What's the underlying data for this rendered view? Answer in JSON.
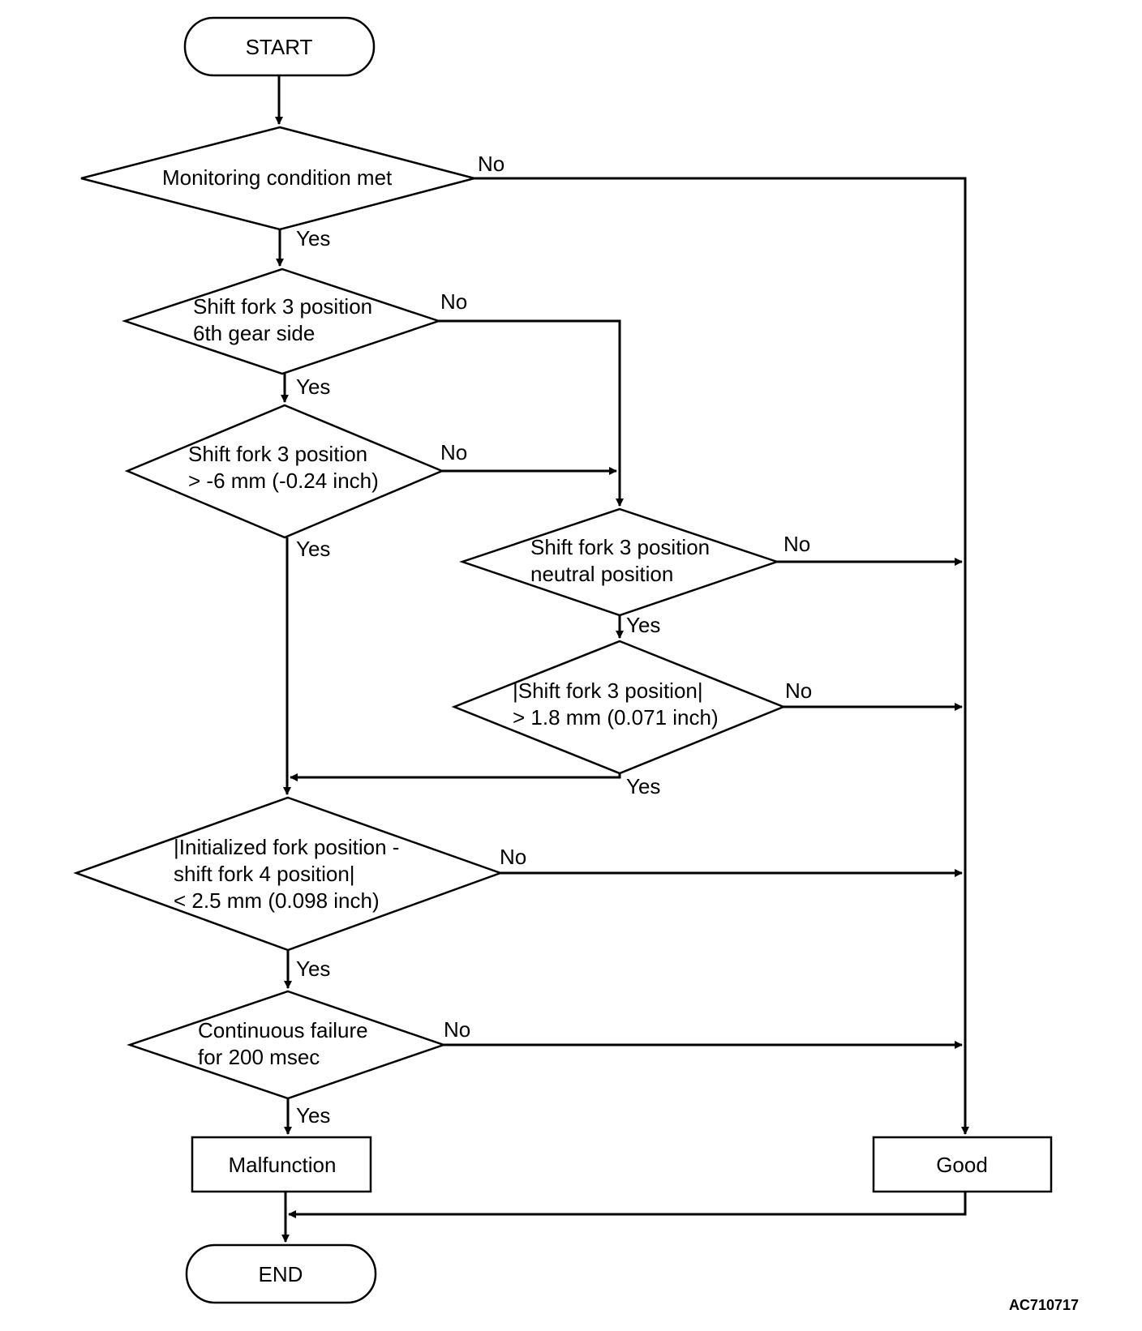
{
  "terminals": {
    "start": "START",
    "end": "END"
  },
  "decisions": {
    "monitoring": [
      "Monitoring condition met"
    ],
    "fork3_6th": [
      "Shift fork 3 position",
      "6th gear side"
    ],
    "fork3_gt": [
      "Shift fork 3 position",
      "> -6 mm (-0.24 inch)"
    ],
    "fork3_neutral": [
      "Shift fork 3 position",
      "neutral position"
    ],
    "fork3_abs": [
      "|Shift fork 3 position|",
      "> 1.8 mm (0.071 inch)"
    ],
    "fork4": [
      "|Initialized fork position -",
      "shift fork 4 position|",
      "< 2.5 mm (0.098 inch)"
    ],
    "continuous": [
      "Continuous failure",
      "for 200 msec"
    ]
  },
  "results": {
    "malfunction": "Malfunction",
    "good": "Good"
  },
  "branch_labels": {
    "yes": "Yes",
    "no": "No"
  },
  "reference_code": "AC710717"
}
